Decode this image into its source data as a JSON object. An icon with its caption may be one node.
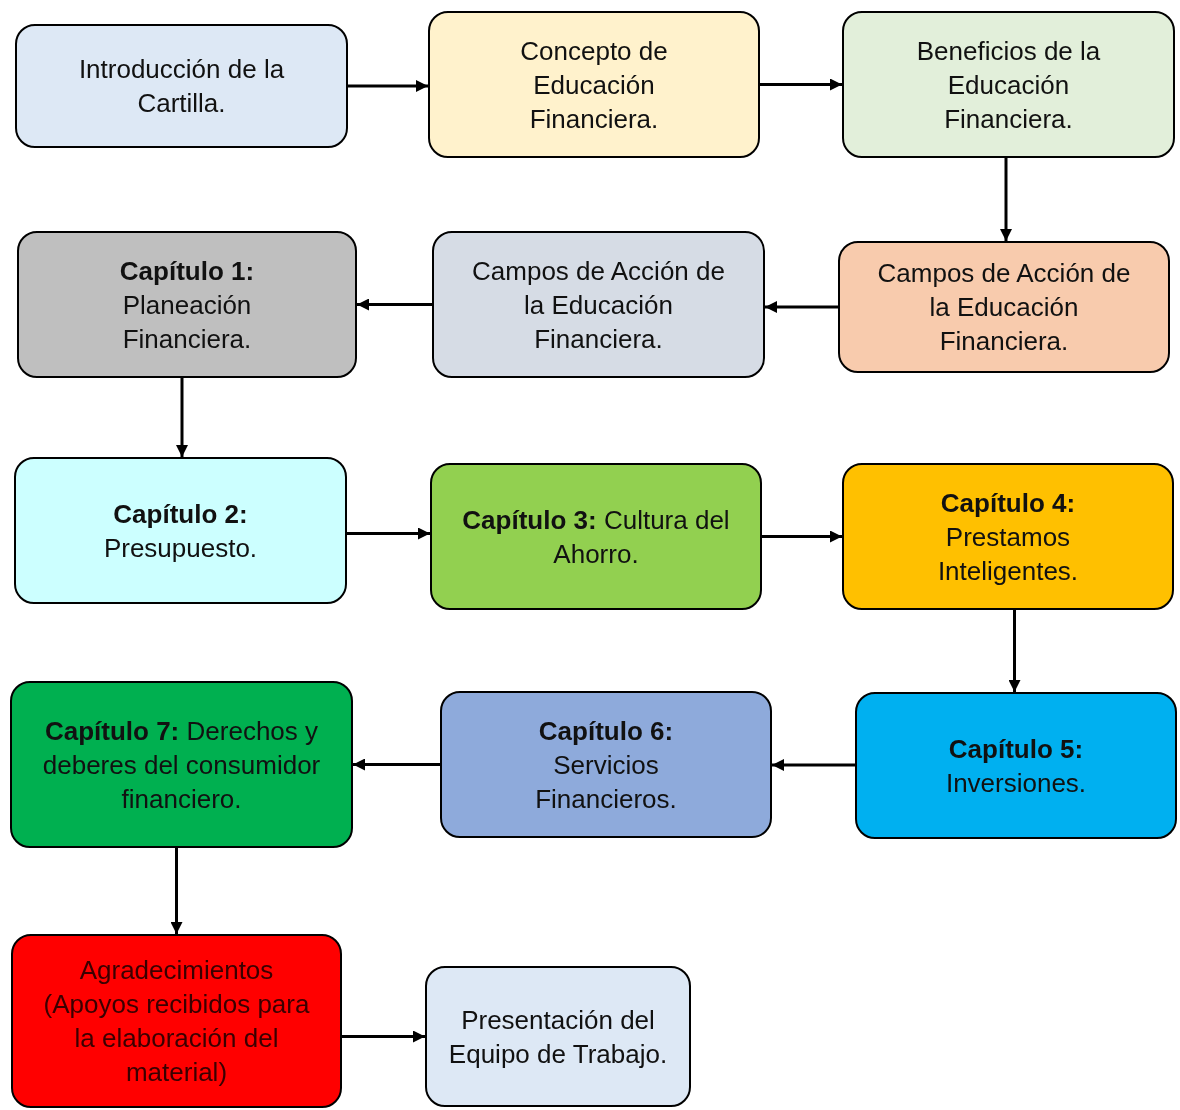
{
  "diagram": {
    "nodes": [
      {
        "text": [
          "Introducción de la Cartilla."
        ]
      },
      {
        "text": [
          "Concepto de Educación Financiera."
        ]
      },
      {
        "text": [
          "Beneficios de la Educación Financiera."
        ]
      },
      {
        "text": [
          "Campos de Acción de la Educación Financiera."
        ]
      },
      {
        "text": [
          "Campos de Acción de la Educación Financiera."
        ]
      },
      {
        "text": [
          "**Capítulo 1:** Planeación Financiera."
        ]
      },
      {
        "text": [
          "**Capítulo 2:** Presupuesto."
        ]
      },
      {
        "text": [
          "**Capítulo 3:** Cultura del Ahorro."
        ]
      },
      {
        "text": [
          "**Capítulo 4:** Prestamos Inteligentes."
        ]
      },
      {
        "text": [
          "**Capítulo 5:** Inversiones."
        ]
      },
      {
        "text": [
          "**Capítulo 6:** Servicios Financieros."
        ]
      },
      {
        "text": [
          "**Capítulo 7:** Derechos y deberes del consumidor financiero."
        ]
      },
      {
        "text": [
          "Agradecimientos (Apoyos recibidos para la elaboración del material)"
        ]
      },
      {
        "text": [
          "Presentación del Equipo de Trabajo."
        ]
      }
    ],
    "edges": [
      {
        "from": 0,
        "to": 1,
        "arrow": "to"
      },
      {
        "from": 1,
        "to": 2,
        "arrow": "to"
      },
      {
        "from": 2,
        "to": 3,
        "arrow": "to"
      },
      {
        "from": 3,
        "to": 4,
        "arrow": "to"
      },
      {
        "from": 4,
        "to": 5,
        "arrow": "to"
      },
      {
        "from": 5,
        "to": 6,
        "arrow": "to"
      },
      {
        "from": 6,
        "to": 7,
        "arrow": "to"
      },
      {
        "from": 7,
        "to": 8,
        "arrow": "to"
      },
      {
        "from": 8,
        "to": 9,
        "arrow": "to"
      },
      {
        "from": 9,
        "to": 10,
        "arrow": "to"
      },
      {
        "from": 10,
        "to": 11,
        "arrow": "to"
      },
      {
        "from": 11,
        "to": 12,
        "arrow": "to"
      },
      {
        "from": 12,
        "to": 13,
        "arrow": "to"
      }
    ]
  }
}
